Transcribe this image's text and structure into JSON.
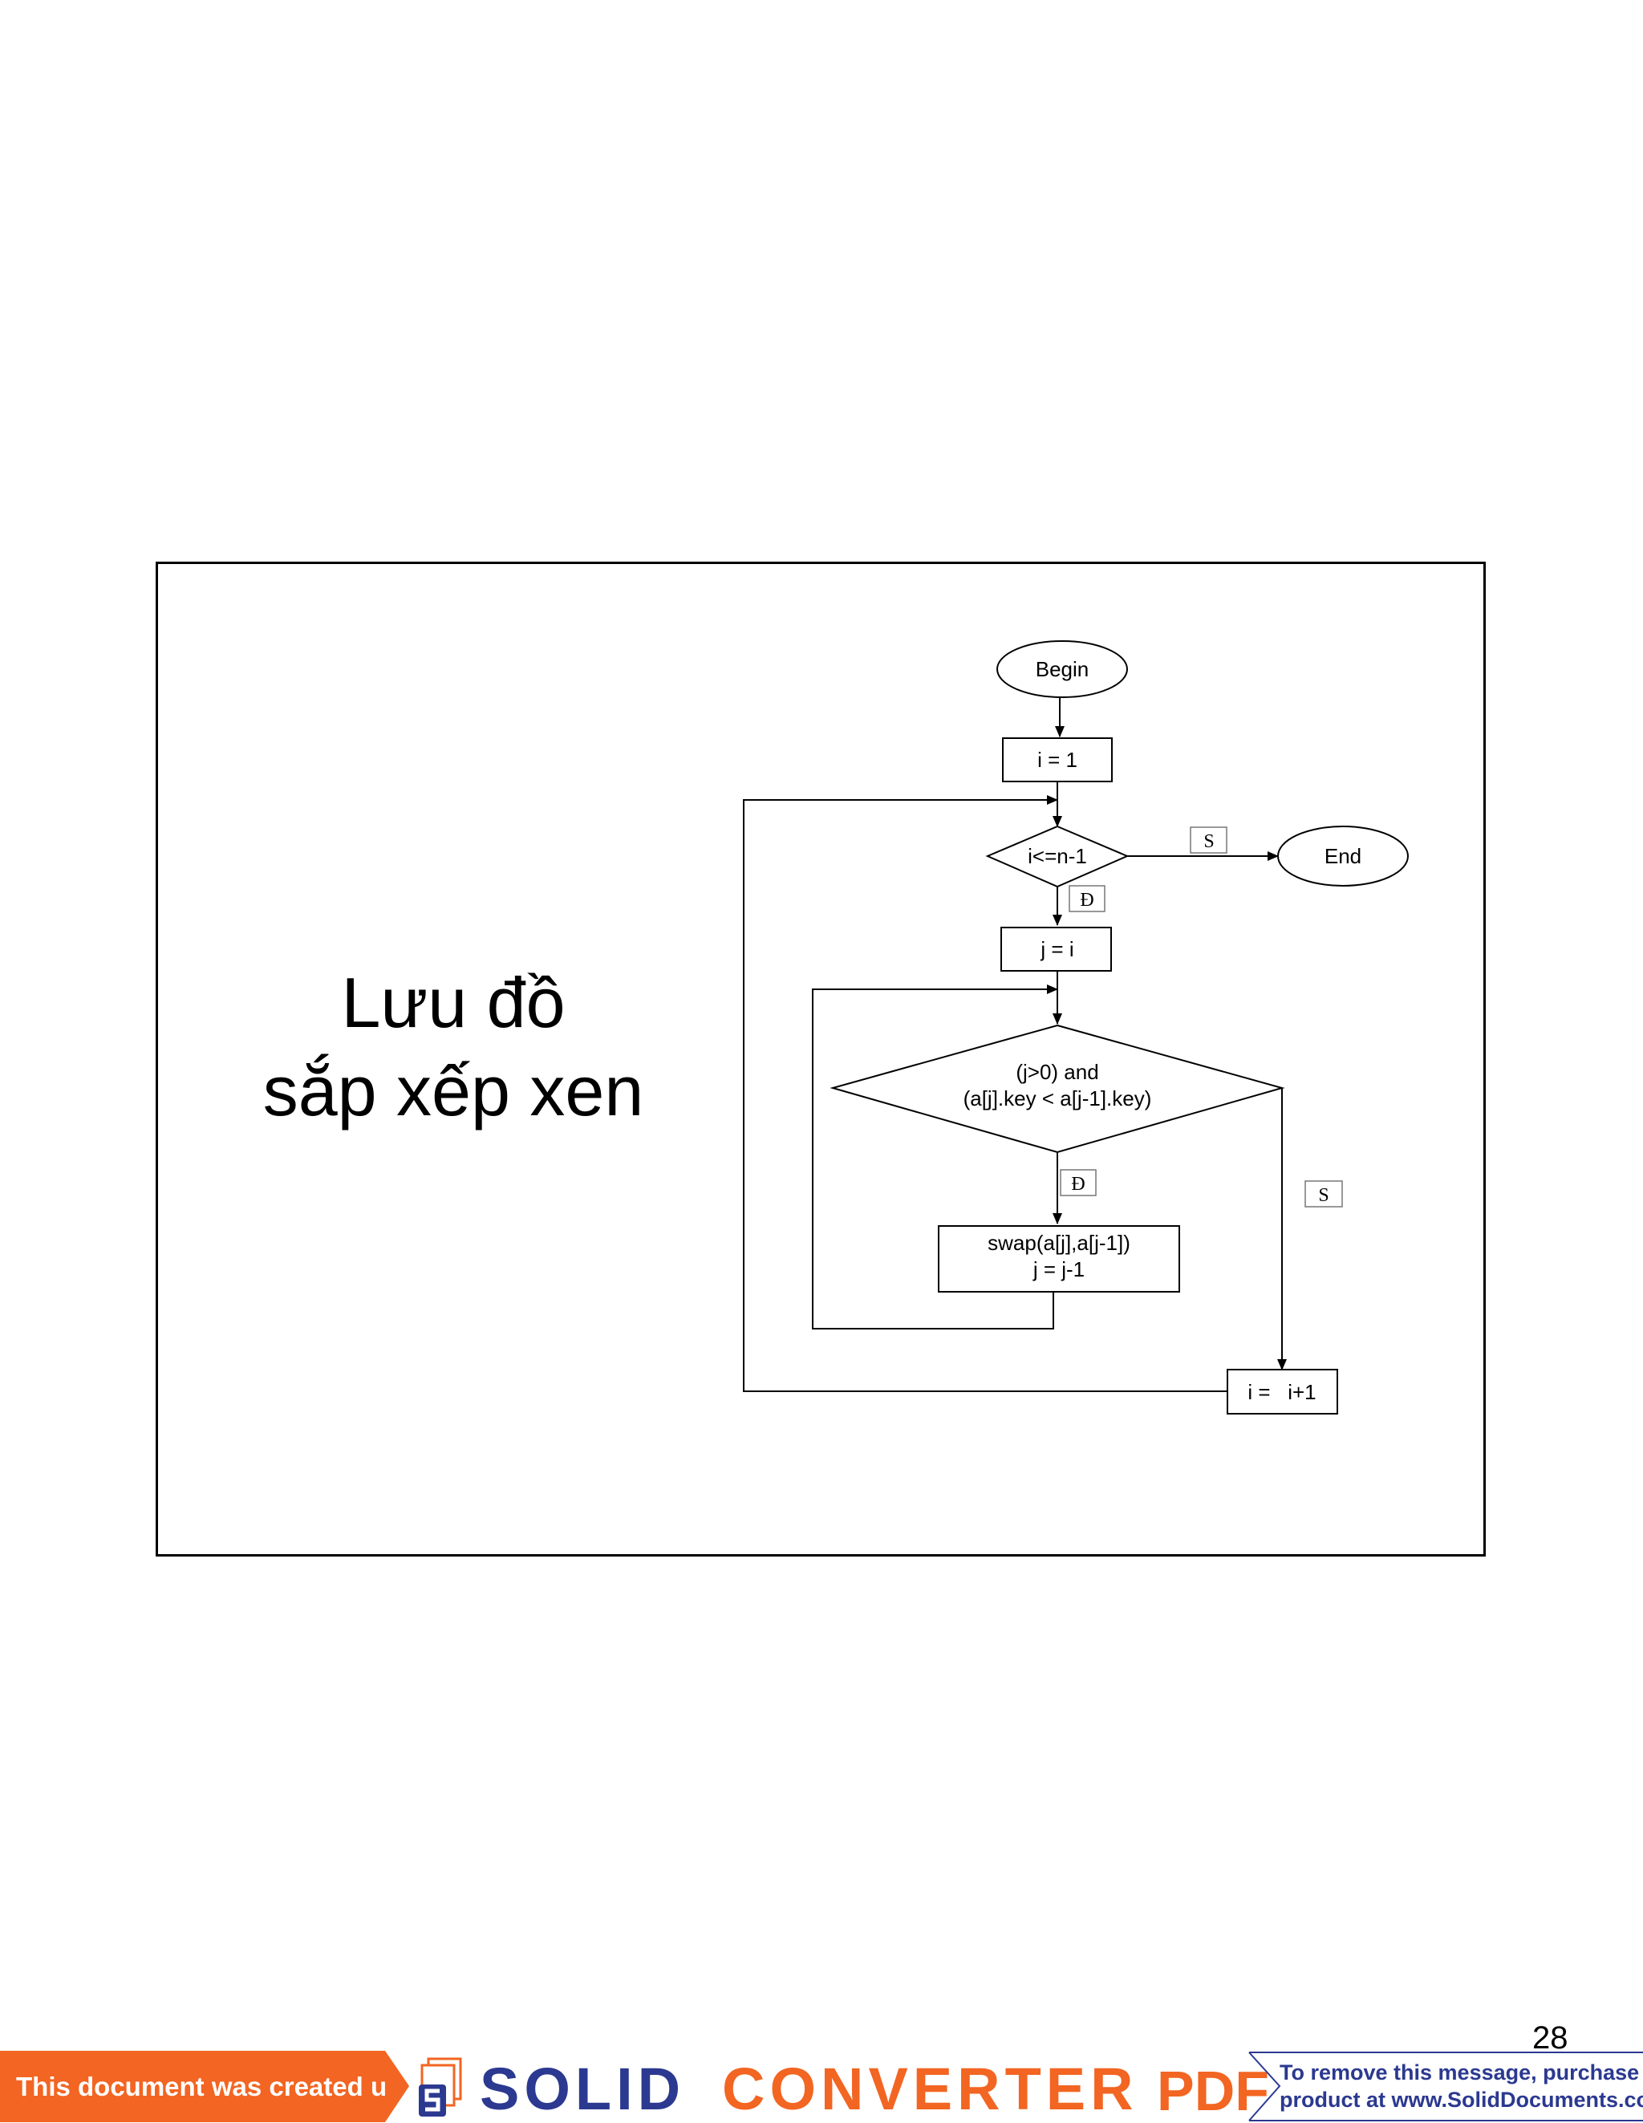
{
  "slide": {
    "title_line1": "Lưu đồ",
    "title_line2": "sắp xếp xen"
  },
  "flowchart": {
    "begin": "Begin",
    "init_i": "i = 1",
    "outer_condition": "i<=n-1",
    "end": "End",
    "outer_false": "S",
    "outer_true": "Đ",
    "init_j": "j = i",
    "inner_condition_line1": "(j>0) and",
    "inner_condition_line2": "(a[j].key < a[j-1].key)",
    "inner_true": "Đ",
    "inner_false": "S",
    "swap_line1": "swap(a[j],a[j-1])",
    "swap_line2": "j = j-1",
    "increment_i": "i =   i+1"
  },
  "page_number": "28",
  "watermark": {
    "created_using": "This document was created using",
    "brand_solid": "SOLID",
    "brand_converter": "CONVERTER",
    "brand_pdf": "PDF",
    "notice_line1": "To remove this message, purchase the",
    "notice_line2": "product at www.SolidDocuments.com",
    "colors": {
      "orange": "#f26522",
      "navy": "#2b3990"
    }
  }
}
